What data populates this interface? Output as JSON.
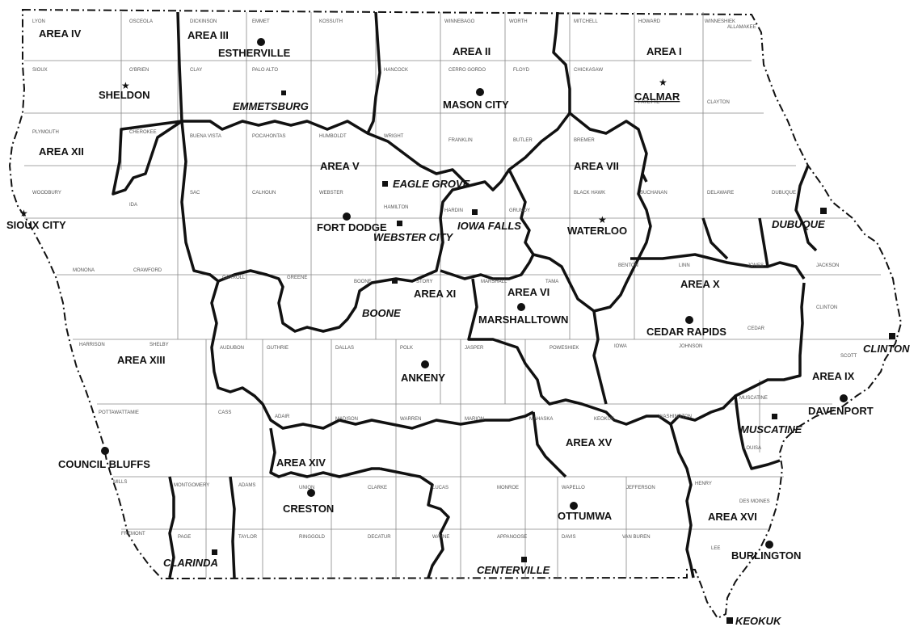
{
  "areas": [
    {
      "key": "area_iv",
      "label": "AREA IV"
    },
    {
      "key": "area_iii",
      "label": "AREA III"
    },
    {
      "key": "area_ii",
      "label": "AREA II"
    },
    {
      "key": "area_i",
      "label": "AREA I"
    },
    {
      "key": "area_xii",
      "label": "AREA XII"
    },
    {
      "key": "area_v",
      "label": "AREA V"
    },
    {
      "key": "area_vii",
      "label": "AREA VII"
    },
    {
      "key": "area_vi",
      "label": "AREA VI"
    },
    {
      "key": "area_xi",
      "label": "AREA XI"
    },
    {
      "key": "area_x",
      "label": "AREA X"
    },
    {
      "key": "area_xiii",
      "label": "AREA XIII"
    },
    {
      "key": "area_ix",
      "label": "AREA IX"
    },
    {
      "key": "area_xv",
      "label": "AREA XV"
    },
    {
      "key": "area_xiv",
      "label": "AREA XIV"
    },
    {
      "key": "area_xvi",
      "label": "AREA XVI"
    }
  ],
  "cities": [
    {
      "key": "estherville",
      "label": "ESTHERVILLE",
      "marker": "dot"
    },
    {
      "key": "sheldon",
      "label": "SHELDON",
      "marker": "star"
    },
    {
      "key": "emmetsburg",
      "label": "EMMETSBURG",
      "marker": "square"
    },
    {
      "key": "mason_city",
      "label": "MASON CITY",
      "marker": "dot"
    },
    {
      "key": "calmar",
      "label": "CALMAR",
      "marker": "star"
    },
    {
      "key": "eagle_grove",
      "label": "EAGLE GROVE",
      "marker": "square"
    },
    {
      "key": "fort_dodge",
      "label": "FORT DODGE",
      "marker": "dot"
    },
    {
      "key": "webster_city",
      "label": "WEBSTER CITY",
      "marker": "square"
    },
    {
      "key": "iowa_falls",
      "label": "IOWA FALLS",
      "marker": "square"
    },
    {
      "key": "waterloo",
      "label": "WATERLOO",
      "marker": "star"
    },
    {
      "key": "dubuque",
      "label": "DUBUQUE",
      "marker": "square"
    },
    {
      "key": "sioux_city",
      "label": "SIOUX CITY",
      "marker": "star"
    },
    {
      "key": "boone",
      "label": "BOONE",
      "marker": "square"
    },
    {
      "key": "marshalltown",
      "label": "MARSHALLTOWN",
      "marker": "dot"
    },
    {
      "key": "cedar_rapids",
      "label": "CEDAR RAPIDS",
      "marker": "dot"
    },
    {
      "key": "clinton",
      "label": "CLINTON",
      "marker": "square"
    },
    {
      "key": "ankeny",
      "label": "ANKENY",
      "marker": "dot"
    },
    {
      "key": "davenport",
      "label": "DAVENPORT",
      "marker": "dot"
    },
    {
      "key": "muscatine",
      "label": "MUSCATINE",
      "marker": "square"
    },
    {
      "key": "council_bluffs",
      "label": "COUNCIL BLUFFS",
      "marker": "dot"
    },
    {
      "key": "creston",
      "label": "CRESTON",
      "marker": "dot"
    },
    {
      "key": "ottumwa",
      "label": "OTTUMWA",
      "marker": "dot"
    },
    {
      "key": "clarinda",
      "label": "CLARINDA",
      "marker": "square"
    },
    {
      "key": "centerville",
      "label": "CENTERVILLE",
      "marker": "square"
    },
    {
      "key": "burlington",
      "label": "BURLINGTON",
      "marker": "dot"
    },
    {
      "key": "keokuk",
      "label": "KEOKUK",
      "marker": "square"
    }
  ],
  "counties": [
    "LYON",
    "OSCEOLA",
    "DICKINSON",
    "EMMET",
    "KOSSUTH",
    "WINNEBAGO",
    "WORTH",
    "MITCHELL",
    "HOWARD",
    "WINNESHIEK",
    "ALLAMAKEE",
    "SIOUX",
    "O'BRIEN",
    "CLAY",
    "PALO ALTO",
    "HANCOCK",
    "CERRO GORDO",
    "FLOYD",
    "CHICKASAW",
    "FAYETTE",
    "CLAYTON",
    "PLYMOUTH",
    "CHEROKEE",
    "BUENA VISTA",
    "POCAHONTAS",
    "HUMBOLDT",
    "WRIGHT",
    "FRANKLIN",
    "BUTLER",
    "BREMER",
    "WOODBURY",
    "IDA",
    "SAC",
    "CALHOUN",
    "WEBSTER",
    "HAMILTON",
    "HARDIN",
    "GRUNDY",
    "BLACK HAWK",
    "BUCHANAN",
    "DELAWARE",
    "DUBUQUE",
    "MONONA",
    "CRAWFORD",
    "CARROLL",
    "GREENE",
    "BOONE",
    "STORY",
    "MARSHALL",
    "TAMA",
    "BENTON",
    "LINN",
    "JONES",
    "JACKSON",
    "HARRISON",
    "SHELBY",
    "AUDUBON",
    "GUTHRIE",
    "DALLAS",
    "POLK",
    "JASPER",
    "POWESHIEK",
    "IOWA",
    "JOHNSON",
    "CEDAR",
    "CLINTON",
    "SCOTT",
    "POTTAWATTAMIE",
    "CASS",
    "ADAIR",
    "MADISON",
    "WARREN",
    "MARION",
    "MAHASKA",
    "KEOKUK",
    "WASHINGTON",
    "MUSCATINE",
    "LOUISA",
    "MILLS",
    "MONTGOMERY",
    "ADAMS",
    "UNION",
    "CLARKE",
    "LUCAS",
    "MONROE",
    "WAPELLO",
    "JEFFERSON",
    "HENRY",
    "DES MOINES",
    "FREMONT",
    "PAGE",
    "TAYLOR",
    "RINGGOLD",
    "DECATUR",
    "WAYNE",
    "APPANOOSE",
    "DAVIS",
    "VAN BUREN",
    "LEE"
  ],
  "style": {
    "ink": "#111111",
    "county_line": "#777777",
    "background": "#ffffff"
  }
}
